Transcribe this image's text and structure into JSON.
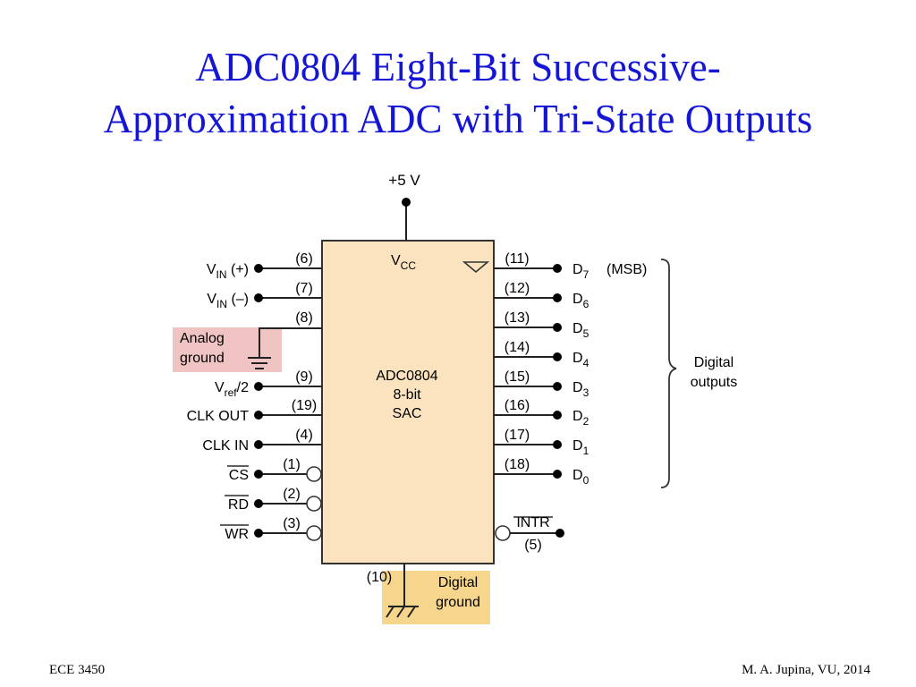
{
  "title": {
    "line1": "ADC0804 Eight-Bit Successive-",
    "line2": "Approximation ADC with Tri-State Outputs"
  },
  "footer": {
    "left": "ECE 3450",
    "right": "M. A. Jupina, VU, 2014"
  },
  "diagram": {
    "supply": "+5 V",
    "vcc": {
      "main": "V",
      "sub": "CC"
    },
    "chip": {
      "line1": "ADC0804",
      "line2": "8-bit",
      "line3": "SAC"
    },
    "left_pins": {
      "vin_pos": {
        "pin": "(6)",
        "main": "V",
        "sub": "IN",
        "rest": " (+)"
      },
      "vin_neg": {
        "pin": "(7)",
        "main": "V",
        "sub": "IN",
        "rest": " (–)"
      },
      "agnd": {
        "pin": "(8)"
      },
      "vref": {
        "pin": "(9)",
        "main": "V",
        "sub": "ref",
        "rest": "/2"
      },
      "clkout": {
        "pin": "(19)",
        "label": "CLK OUT"
      },
      "clkin": {
        "pin": "(4)",
        "label": "CLK IN"
      },
      "cs": {
        "pin": "(1)",
        "label": "CS"
      },
      "rd": {
        "pin": "(2)",
        "label": "RD"
      },
      "wr": {
        "pin": "(3)",
        "label": "WR"
      }
    },
    "right_pins": {
      "d7": {
        "pin": "(11)",
        "main": "D",
        "sub": "7"
      },
      "d6": {
        "pin": "(12)",
        "main": "D",
        "sub": "6"
      },
      "d5": {
        "pin": "(13)",
        "main": "D",
        "sub": "5"
      },
      "d4": {
        "pin": "(14)",
        "main": "D",
        "sub": "4"
      },
      "d3": {
        "pin": "(15)",
        "main": "D",
        "sub": "3"
      },
      "d2": {
        "pin": "(16)",
        "main": "D",
        "sub": "2"
      },
      "d1": {
        "pin": "(17)",
        "main": "D",
        "sub": "1"
      },
      "d0": {
        "pin": "(18)",
        "main": "D",
        "sub": "0"
      }
    },
    "msb": "(MSB)",
    "intr": {
      "pin": "(5)",
      "label": "INTR"
    },
    "dgnd_pin": "(10)",
    "digital_outputs": {
      "line1": "Digital",
      "line2": "outputs"
    },
    "analog_ground": {
      "line1": "Analog",
      "line2": "ground"
    },
    "digital_ground": {
      "line1": "Digital",
      "line2": "ground"
    },
    "colors": {
      "chip_fill": "#fbe3c0",
      "analog_box": "#f1c4c4",
      "digital_box": "#f6d58c",
      "title": "#1515d6"
    }
  }
}
